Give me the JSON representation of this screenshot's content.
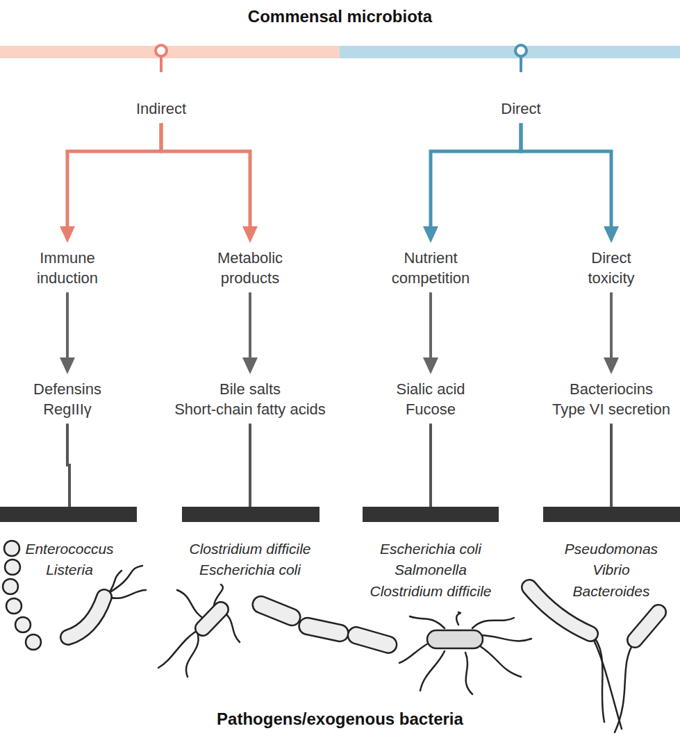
{
  "diagram": {
    "title": "Commensal microbiota",
    "caption": "Pathogens/exogenous bacteria",
    "nodes": [
      {
        "text": [
          "Indirect"
        ]
      },
      {
        "text": [
          "Direct"
        ]
      },
      {
        "text": [
          "Immune induction"
        ]
      },
      {
        "text": [
          "Metabolic products"
        ]
      },
      {
        "text": [
          "Nutrient competition"
        ]
      },
      {
        "text": [
          "Direct toxicity"
        ]
      },
      {
        "text": [
          "Defensins",
          "RegIIIγ"
        ]
      },
      {
        "text": [
          "Bile salts",
          "Short-chain fatty acids"
        ]
      },
      {
        "text": [
          "Sialic acid",
          "Fucose"
        ]
      },
      {
        "text": [
          "Bacteriocins",
          "Type VI secretion"
        ]
      },
      {
        "text": [
          "Enterococcus",
          "Listeria"
        ]
      },
      {
        "text": [
          "Clostridium difficile",
          "Escherichia coli"
        ]
      },
      {
        "text": [
          "Escherichia coli",
          "Salmonella",
          "Clostridium difficile"
        ]
      },
      {
        "text": [
          "Pseudomonas",
          "Vibrio",
          "Bacteroides"
        ]
      }
    ],
    "edges": [
      {
        "from": 0,
        "to": 2,
        "arrow": "to"
      },
      {
        "from": 0,
        "to": 3,
        "arrow": "to"
      },
      {
        "from": 1,
        "to": 4,
        "arrow": "to"
      },
      {
        "from": 1,
        "to": 5,
        "arrow": "to"
      },
      {
        "from": 2,
        "to": 6,
        "arrow": "to"
      },
      {
        "from": 3,
        "to": 7,
        "arrow": "to"
      },
      {
        "from": 4,
        "to": 8,
        "arrow": "to"
      },
      {
        "from": 5,
        "to": 9,
        "arrow": "to"
      },
      {
        "from": 6,
        "to": 10,
        "arrow": "none"
      },
      {
        "from": 7,
        "to": 11,
        "arrow": "none"
      },
      {
        "from": 8,
        "to": 12,
        "arrow": "none"
      },
      {
        "from": 9,
        "to": 13,
        "arrow": "none"
      }
    ]
  }
}
